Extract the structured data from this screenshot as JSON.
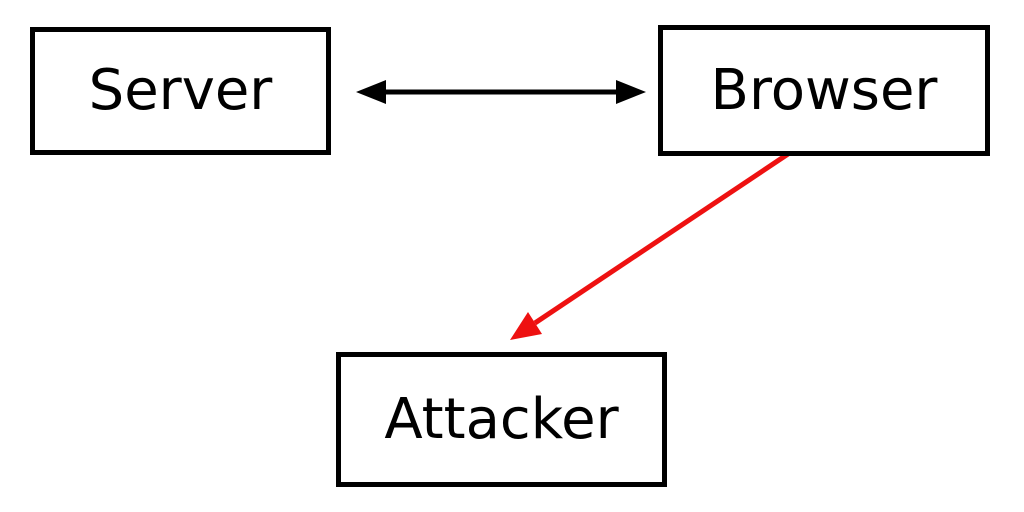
{
  "diagram": {
    "nodes": {
      "server": {
        "label": "Server"
      },
      "browser": {
        "label": "Browser"
      },
      "attacker": {
        "label": "Attacker"
      }
    },
    "edges": {
      "server_browser": {
        "from": "Server",
        "to": "Browser",
        "direction": "bidirectional",
        "color": "#000000"
      },
      "browser_attacker": {
        "from": "Browser",
        "to": "Attacker",
        "direction": "one-way",
        "color": "#ee1111"
      }
    },
    "colors": {
      "background": "#ffffff",
      "node_border": "#000000",
      "text": "#000000"
    }
  }
}
